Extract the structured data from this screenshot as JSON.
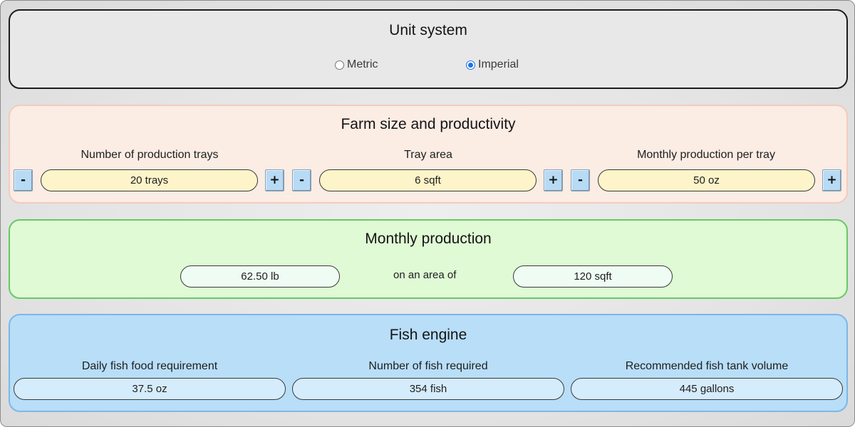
{
  "unit_system": {
    "title": "Unit system",
    "options": [
      {
        "label": "Metric",
        "selected": false
      },
      {
        "label": "Imperial",
        "selected": true
      }
    ]
  },
  "farm": {
    "title": "Farm size and productivity",
    "fields": [
      {
        "label": "Number of production trays",
        "value": "20 trays",
        "minus": "-",
        "plus": "+"
      },
      {
        "label": "Tray area",
        "value": "6 sqft",
        "minus": "-",
        "plus": "+"
      },
      {
        "label": "Monthly production per tray",
        "value": "50 oz",
        "minus": "-",
        "plus": "+"
      }
    ]
  },
  "monthly": {
    "title": "Monthly production",
    "production": "62.50 lb",
    "connector": "on an area of",
    "area": "120 sqft"
  },
  "fish": {
    "title": "Fish engine",
    "fields": [
      {
        "label": "Daily fish food requirement",
        "value": "37.5 oz"
      },
      {
        "label": "Number of fish required",
        "value": "354 fish"
      },
      {
        "label": "Recommended fish tank volume",
        "value": "445 gallons"
      }
    ]
  },
  "colors": {
    "farm_bg": "#fbece4",
    "monthly_bg": "#dffad5",
    "fish_bg": "#b8def8",
    "input_yellow": "#fdf4c9",
    "button_blue": "#b7daf5",
    "radio_accent": "#1a73e8"
  }
}
